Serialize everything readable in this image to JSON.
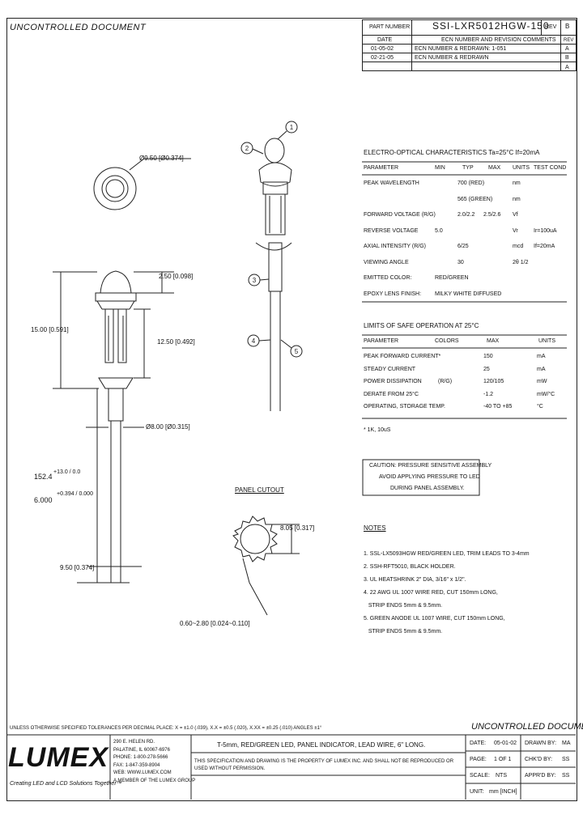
{
  "watermark_top": "UNCONTROLLED DOCUMENT",
  "watermark_bottom": "UNCONTROLLED DOCUMENT",
  "title_block": {
    "part_number_label": "PART NUMBER",
    "part_number": "SSI-LXR5012HGW-150",
    "rev_label": "REV",
    "rev": "B",
    "revisions": [
      {
        "date": "DATE",
        "desc": "ECN NUMBER AND REVISION COMMENTS",
        "rev": "REV"
      },
      {
        "date": "01-05-02",
        "desc": "ECN NUMBER & REDRAWN: 1-051",
        "rev": "A"
      },
      {
        "date": "02-21-05",
        "desc": "ECN NUMBER & REDRAWN",
        "rev": "B"
      },
      {
        "date": "",
        "desc": "",
        "rev": "A"
      }
    ]
  },
  "drawing_labels": {
    "dia_top": "Ø9.50 [Ø0.374]",
    "dim_250": "2.50 [0.098]",
    "dim_1500": "15.00 [0.591]",
    "dim_1250": "12.50 [0.492]",
    "dia_800": "Ø8.00 [Ø0.315]",
    "dim_1524": "152.4",
    "tol_1524": "+13.0 / 0.0",
    "dim_6000": "6.000",
    "tol_6000": "+0.394 / 0.000",
    "dim_950": "9.50 [0.374]",
    "panel_cutout": "PANEL CUTOUT",
    "dim_805": "8.05 [0.317]",
    "dim_thick": "0.60~2.80 [0.024~0.110]",
    "callouts": [
      "1",
      "2",
      "3",
      "4",
      "5"
    ]
  },
  "eo_table": {
    "title": "ELECTRO-OPTICAL CHARACTERISTICS Ta=25°C    If=20mA",
    "headers": [
      "PARAMETER",
      "MIN",
      "TYP",
      "MAX",
      "UNITS",
      "TEST COND"
    ],
    "rows": [
      [
        "PEAK WAVELENGTH",
        "",
        "700 (RED)",
        "",
        "nm",
        ""
      ],
      [
        "",
        "",
        "565 (GREEN)",
        "",
        "nm",
        ""
      ],
      [
        "FORWARD VOLTAGE (R/G)",
        "",
        "2.0/2.2",
        "2.5/2.6",
        "Vf",
        ""
      ],
      [
        "REVERSE VOLTAGE",
        "5.0",
        "",
        "",
        "Vr",
        "Ir=100uA"
      ],
      [
        "AXIAL INTENSITY (R/G)",
        "",
        "6/25",
        "",
        "mcd",
        "If=20mA"
      ],
      [
        "VIEWING ANGLE",
        "",
        "30",
        "",
        "2θ 1/2",
        ""
      ],
      [
        "EMITTED COLOR:",
        "RED/GREEN",
        "",
        "",
        "",
        ""
      ],
      [
        "EPOXY LENS FINISH:",
        "MILKY WHITE DIFFUSED",
        "",
        "",
        "",
        ""
      ]
    ]
  },
  "safe_table": {
    "title": "LIMITS OF SAFE OPERATION AT 25°C",
    "headers": [
      "PARAMETER",
      "COLORS",
      "MAX",
      "UNITS"
    ],
    "rows": [
      [
        "PEAK FORWARD CURRENT*",
        "",
        "150",
        "mA"
      ],
      [
        "STEADY CURRENT",
        "",
        "25",
        "mA"
      ],
      [
        "POWER DISSIPATION",
        "(R/G)",
        "120/105",
        "mW"
      ],
      [
        "DERATE FROM 25°C",
        "",
        "-1.2",
        "mW/°C"
      ],
      [
        "OPERATING, STORAGE TEMP.",
        "",
        "-40 TO +85",
        "°C"
      ]
    ],
    "footnote": "* 1K, 10uS"
  },
  "caution": {
    "lines": [
      "CAUTION: PRESSURE SENSITIVE ASSEMBLY",
      "AVOID APPLYING PRESSURE TO LED",
      "DURING PANEL ASSEMBLY."
    ]
  },
  "notes": {
    "title": "NOTES",
    "items": [
      "1. SSL-LX5093HGW RED/GREEN LED, TRIM LEADS TO 3-4mm",
      "2. SSH-RFT5010, BLACK HOLDER.",
      "3. UL HEATSHRINK 2\" DIA, 3/16\" x 1/2\".",
      "4. 22 AWG UL 1007 WIRE RED, CUT 150mm LONG,",
      "   STRIP ENDS 5mm & 9.5mm.",
      "5. GREEN ANODE UL 1007 WIRE, CUT 150mm LONG,",
      "   STRIP ENDS 5mm & 9.5mm."
    ]
  },
  "tolerance_line": "UNLESS OTHERWISE SPECIFIED TOLERANCES PER DECIMAL PLACE: X = ±1.0 (.039), X.X = ±0.5 (.020), X.XX = ±0.25 (.010) ANGLES ±1°",
  "footer": {
    "logo": "LUMEX",
    "tagline": "Creating LED and LCD Solutions Together™",
    "address": [
      "290 E. HELEN RD.",
      "PALATINE, IL 60067-6976",
      "PHONE: 1-800-278-5666",
      "FAX: 1-847-359-8904",
      "WEB: WWW.LUMEX.COM",
      "A MEMBER OF THE LUMEX GROUP"
    ],
    "description": "T-5mm, RED/GREEN LED, PANEL INDICATOR, LEAD WIRE, 6\" LONG.",
    "proprietary": "THIS SPECIFICATION AND DRAWING IS THE PROPERTY OF LUMEX INC. AND SHALL NOT BE REPRODUCED OR USED WITHOUT PERMISSION.",
    "date_label": "DATE:",
    "date": "05-01-02",
    "drawn_label": "DRAWN BY:",
    "drawn": "MA",
    "page_label": "PAGE:",
    "page": "1 OF 1",
    "checked_label": "CHK'D BY:",
    "checked": "SS",
    "scale_label": "SCALE:",
    "scale": "NTS",
    "approved_label": "APPR'D BY:",
    "approved": "SS",
    "units_label": "UNIT:",
    "units": "mm [INCH]"
  }
}
